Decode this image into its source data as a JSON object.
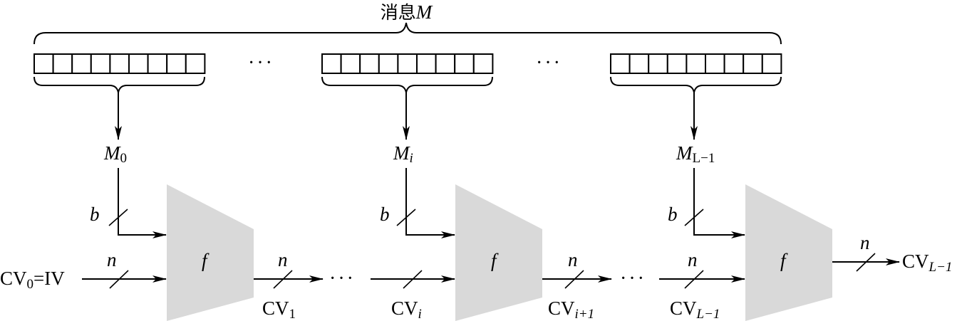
{
  "message": {
    "label_cjk": "消息",
    "label_var": "M"
  },
  "message_blocks": [
    {
      "name": "M",
      "sub": "0"
    },
    {
      "name": "M",
      "sub": "i"
    },
    {
      "name": "M",
      "sub": "L−1"
    }
  ],
  "compression_function": "f",
  "bit_width_b": "b",
  "bit_width_n": "n",
  "ellipsis": "···",
  "chain_values": {
    "cv0_main": "CV",
    "cv0_sub": "0",
    "cv0_eq": "=IV",
    "cv1": {
      "main": "CV",
      "sub": "1"
    },
    "cvi": {
      "main": "CV",
      "sub": "i"
    },
    "cvi1": {
      "main": "CV",
      "sub": "i+1"
    },
    "cvL1_in": {
      "main": "CV",
      "sub": "L−1"
    },
    "cvL1_out": {
      "main": "CV",
      "sub": "L−1"
    }
  }
}
